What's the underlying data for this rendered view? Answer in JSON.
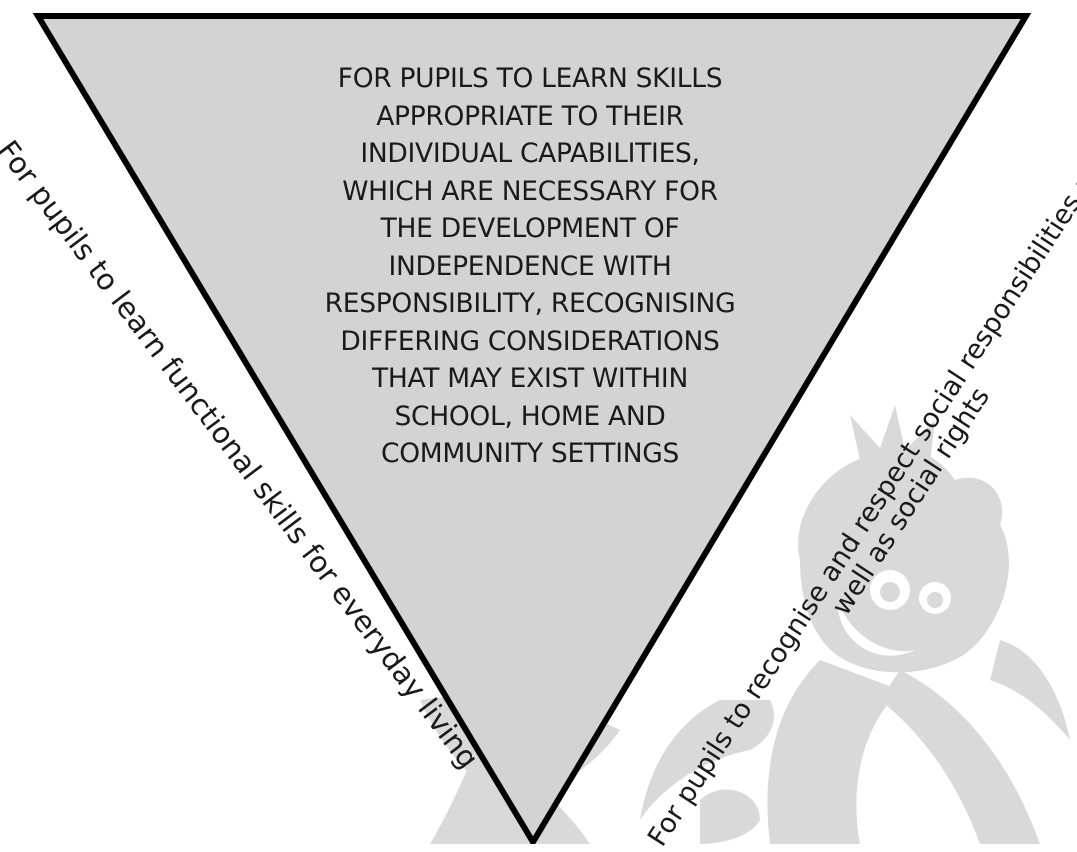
{
  "diagram": {
    "central_statement_lines": [
      "FOR PUPILS TO LEARN SKILLS",
      "APPROPRIATE TO THEIR",
      "INDIVIDUAL  CAPABILITIES,",
      "WHICH ARE NECESSARY FOR",
      "THE DEVELOPMENT  OF",
      "INDEPENDENCE WITH",
      "RESPONSIBILITY, RECOGNISING",
      "DIFFERING CONSIDERATIONS",
      "THAT MAY EXIST WITHIN",
      "SCHOOL, HOME AND",
      "COMMUNITY SETTINGS"
    ],
    "left_side_label": "For pupils to learn functional skills for everyday living",
    "right_side_label_line1": "For pupils to recognise and respect social responsibilities as",
    "right_side_label_line2": "well as social rights"
  },
  "colors": {
    "triangle_fill": "#d3d3d3",
    "triangle_stroke": "#000000",
    "watermark": "#d9d9d9",
    "text": "#1a1a1a",
    "background": "#ffffff"
  },
  "icons": {
    "watermark": "cartoon-mascot-watermark-icon"
  }
}
